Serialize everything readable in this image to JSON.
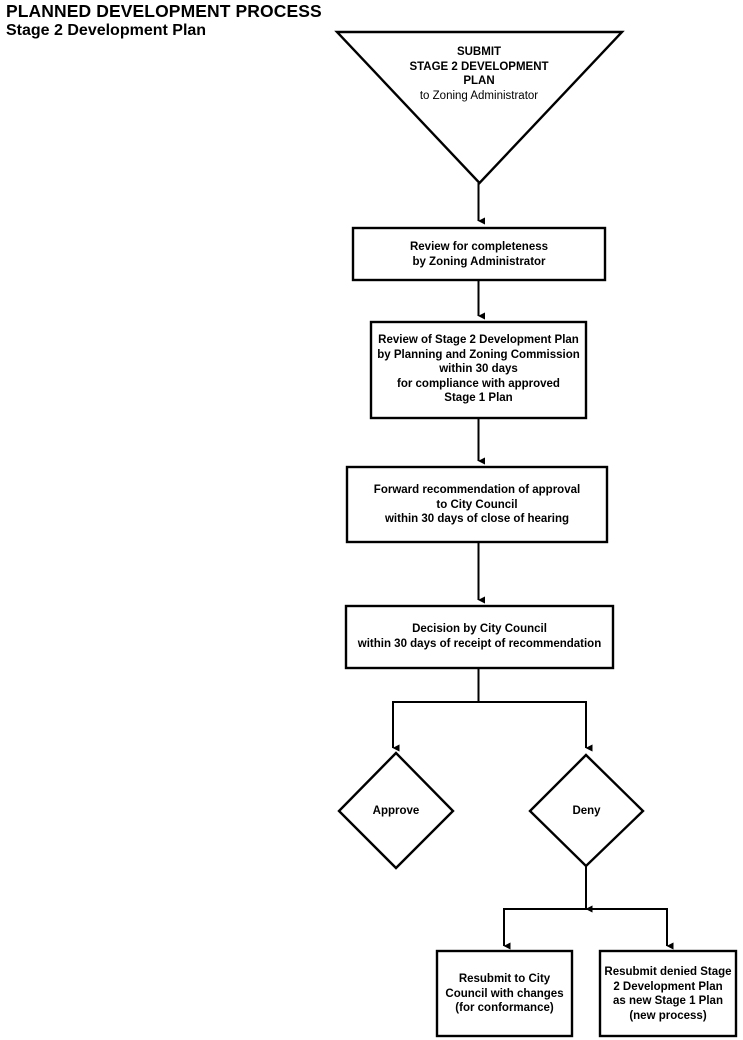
{
  "title": {
    "line1": "PLANNED DEVELOPMENT PROCESS",
    "line2": "Stage 2 Development Plan"
  },
  "colors": {
    "stroke": "#000000",
    "fill": "#ffffff",
    "text": "#000000"
  },
  "chart_data": {
    "type": "diagram",
    "diagram_type": "flowchart",
    "title": "PLANNED DEVELOPMENT PROCESS - Stage 2 Development Plan",
    "orientation": "top-to-bottom",
    "nodes": [
      {
        "id": "submit",
        "shape": "inverted-triangle",
        "lines": [
          {
            "text": "SUBMIT",
            "bold": true
          },
          {
            "text": "STAGE 2 DEVELOPMENT",
            "bold": true
          },
          {
            "text": "PLAN",
            "bold": true
          },
          {
            "text": "to Zoning Administrator",
            "bold": false
          }
        ]
      },
      {
        "id": "review-completeness",
        "shape": "rectangle",
        "lines": [
          {
            "text": "Review for completeness",
            "bold": true
          },
          {
            "text": "by Zoning Administrator",
            "bold": true
          }
        ]
      },
      {
        "id": "review-stage2",
        "shape": "rectangle",
        "lines": [
          {
            "text": "Review of Stage 2 Development Plan",
            "bold": true
          },
          {
            "text": "by Planning and Zoning Commission",
            "bold": true
          },
          {
            "text": "within 30 days",
            "bold": true
          },
          {
            "text": "for compliance with approved",
            "bold": true
          },
          {
            "text": "Stage 1 Plan",
            "bold": true
          }
        ]
      },
      {
        "id": "forward-recommendation",
        "shape": "rectangle",
        "lines": [
          {
            "text": "Forward recommendation of approval",
            "bold": true
          },
          {
            "text": "to City Council",
            "bold": true
          },
          {
            "text": "within 30 days of close of hearing",
            "bold": true
          }
        ]
      },
      {
        "id": "decision-city-council",
        "shape": "rectangle",
        "lines": [
          {
            "text": "Decision by City Council",
            "bold": true
          },
          {
            "text": "within 30 days of receipt of recommendation",
            "bold": true
          }
        ]
      },
      {
        "id": "approve",
        "shape": "diamond",
        "lines": [
          {
            "text": "Approve",
            "bold": true
          }
        ]
      },
      {
        "id": "deny",
        "shape": "diamond",
        "lines": [
          {
            "text": "Deny",
            "bold": true
          }
        ]
      },
      {
        "id": "resubmit-city-council",
        "shape": "rectangle",
        "lines": [
          {
            "text": "Resubmit to City",
            "bold": true
          },
          {
            "text": "Council with changes",
            "bold": true
          },
          {
            "text": "(for conformance)",
            "bold": true
          }
        ]
      },
      {
        "id": "resubmit-stage1",
        "shape": "rectangle",
        "lines": [
          {
            "text": "Resubmit denied Stage",
            "bold": true
          },
          {
            "text": "2 Development Plan",
            "bold": true
          },
          {
            "text": "as new Stage 1 Plan",
            "bold": true
          },
          {
            "text": "(new process)",
            "bold": true
          }
        ]
      }
    ],
    "edges": [
      {
        "from": "submit",
        "to": "review-completeness",
        "label": ""
      },
      {
        "from": "review-completeness",
        "to": "review-stage2",
        "label": ""
      },
      {
        "from": "review-stage2",
        "to": "forward-recommendation",
        "label": ""
      },
      {
        "from": "forward-recommendation",
        "to": "decision-city-council",
        "label": ""
      },
      {
        "from": "decision-city-council",
        "to": "approve",
        "label": ""
      },
      {
        "from": "decision-city-council",
        "to": "deny",
        "label": ""
      },
      {
        "from": "deny",
        "to": "resubmit-city-council",
        "label": ""
      },
      {
        "from": "deny",
        "to": "resubmit-stage1",
        "label": ""
      }
    ]
  },
  "nodes": {
    "submit": {
      "l1": "SUBMIT",
      "l2": "STAGE 2 DEVELOPMENT",
      "l3": "PLAN",
      "l4": "to Zoning Administrator"
    },
    "review_completeness": {
      "l1": "Review for completeness",
      "l2": "by Zoning Administrator"
    },
    "review_stage2": {
      "l1": "Review of Stage 2 Development Plan",
      "l2": "by Planning and Zoning Commission",
      "l3": "within 30 days",
      "l4": "for compliance with approved",
      "l5": "Stage 1 Plan"
    },
    "forward_recommendation": {
      "l1": "Forward recommendation of approval",
      "l2": "to City Council",
      "l3": "within 30 days of close of hearing"
    },
    "decision": {
      "l1": "Decision by City Council",
      "l2": "within 30 days of receipt of recommendation"
    },
    "approve": {
      "label": "Approve"
    },
    "deny": {
      "label": "Deny"
    },
    "resubmit_council": {
      "l1": "Resubmit to City",
      "l2": "Council with changes",
      "l3": "(for conformance)"
    },
    "resubmit_stage1": {
      "l1": "Resubmit denied Stage",
      "l2": "2 Development Plan",
      "l3": "as new Stage 1 Plan",
      "l4": "(new process)"
    }
  }
}
